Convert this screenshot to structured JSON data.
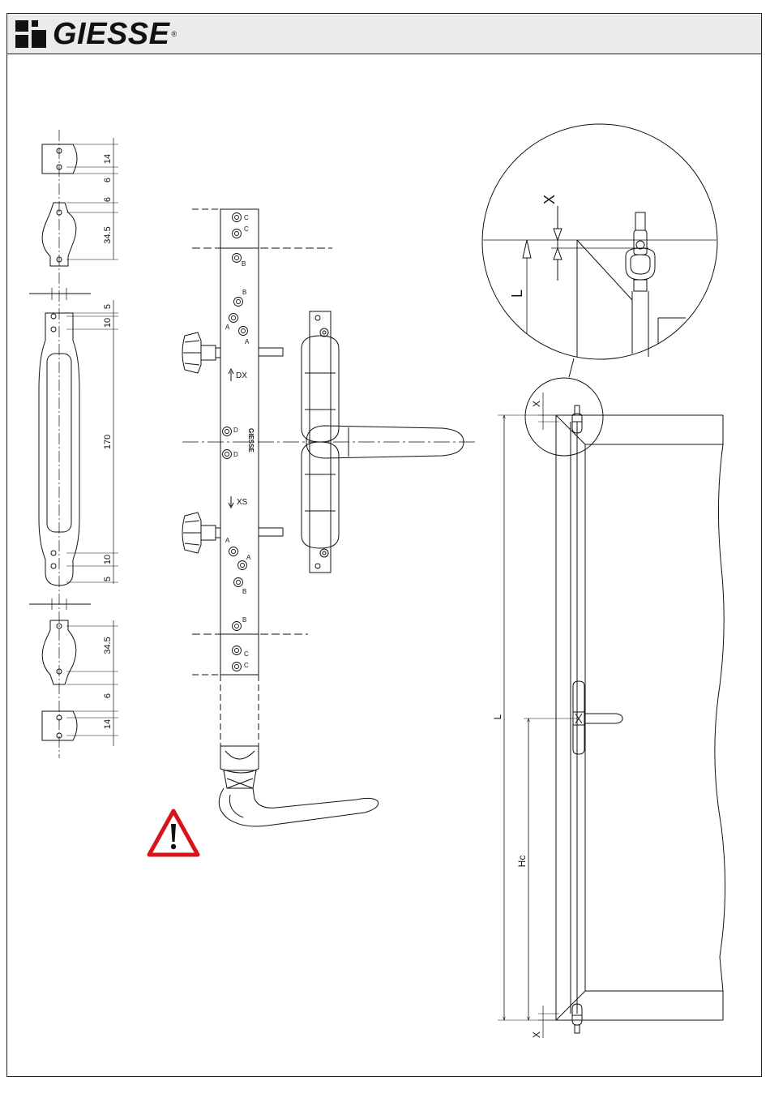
{
  "header": {
    "brand": "GIESSE",
    "registered": "®"
  },
  "profile_view": {
    "dims": [
      "14",
      "6",
      "34.5",
      "5",
      "10",
      "170",
      "10",
      "5",
      "34.5",
      "6",
      "14"
    ]
  },
  "gearbox": {
    "labels": {
      "c": "C",
      "b": "B",
      "a": "A",
      "d": "D",
      "dx": "DX",
      "xs": "XS",
      "brand_stamp": "GIESSE"
    }
  },
  "detail_view": {
    "x": "X",
    "l": "L"
  },
  "elevation": {
    "x_top": "X",
    "l": "L",
    "hc": "Hc",
    "x_bottom": "X"
  },
  "warning": {
    "icon": "warning-triangle-icon",
    "color": "#d7141a"
  }
}
